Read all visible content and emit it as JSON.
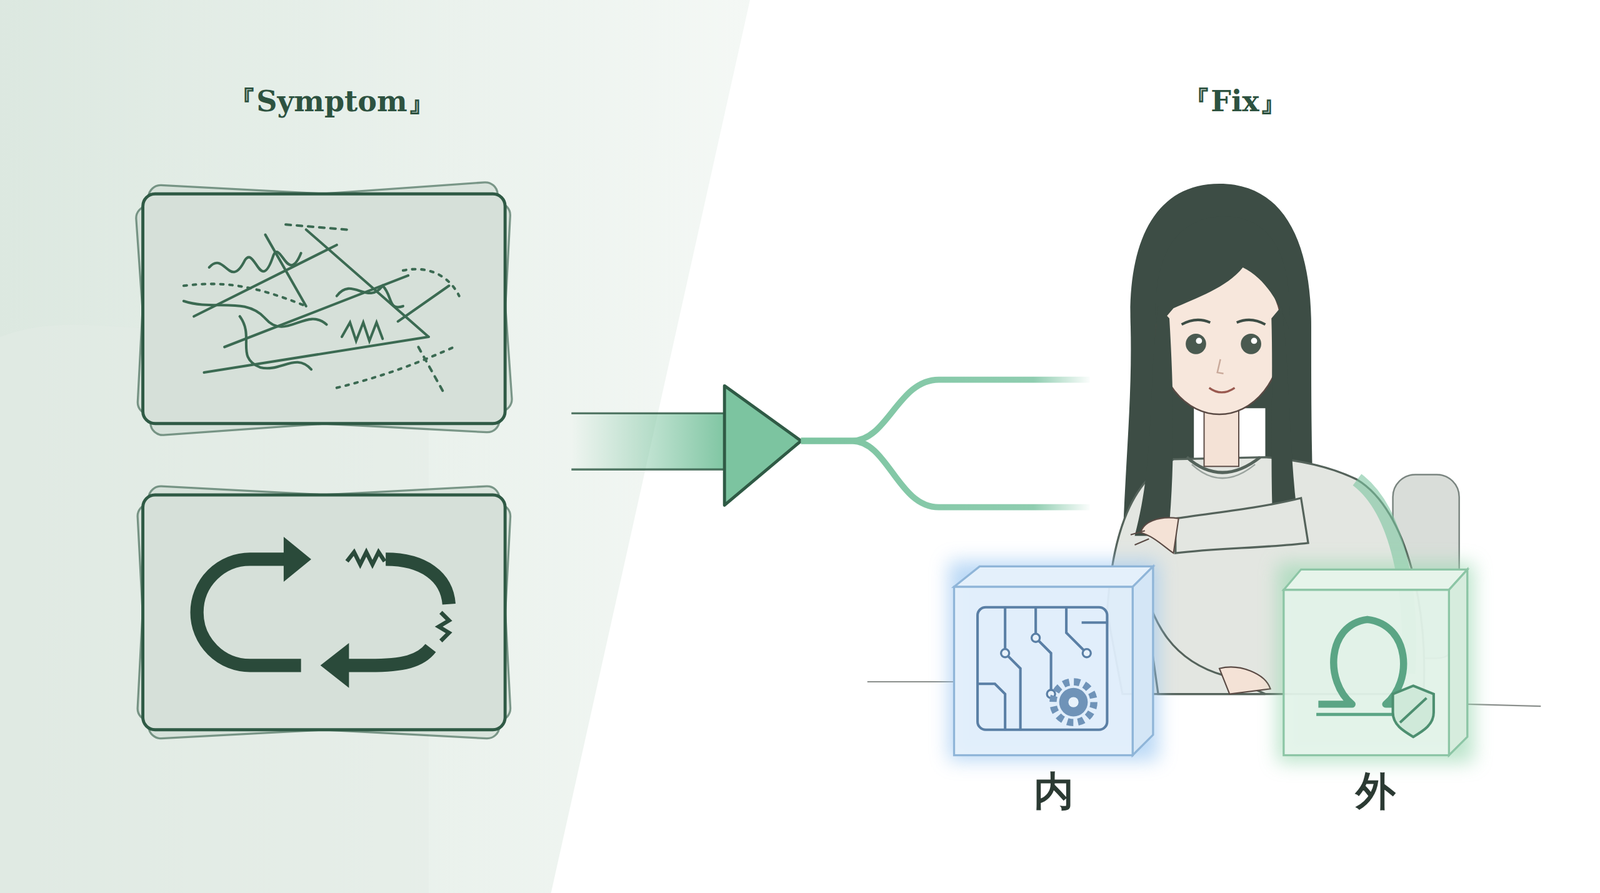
{
  "diagram": {
    "nodes": [
      {
        "text": [
          "内"
        ]
      },
      {
        "text": [
          "外"
        ]
      }
    ],
    "labels": [
      "『Symptom』",
      "『Fix』"
    ]
  }
}
